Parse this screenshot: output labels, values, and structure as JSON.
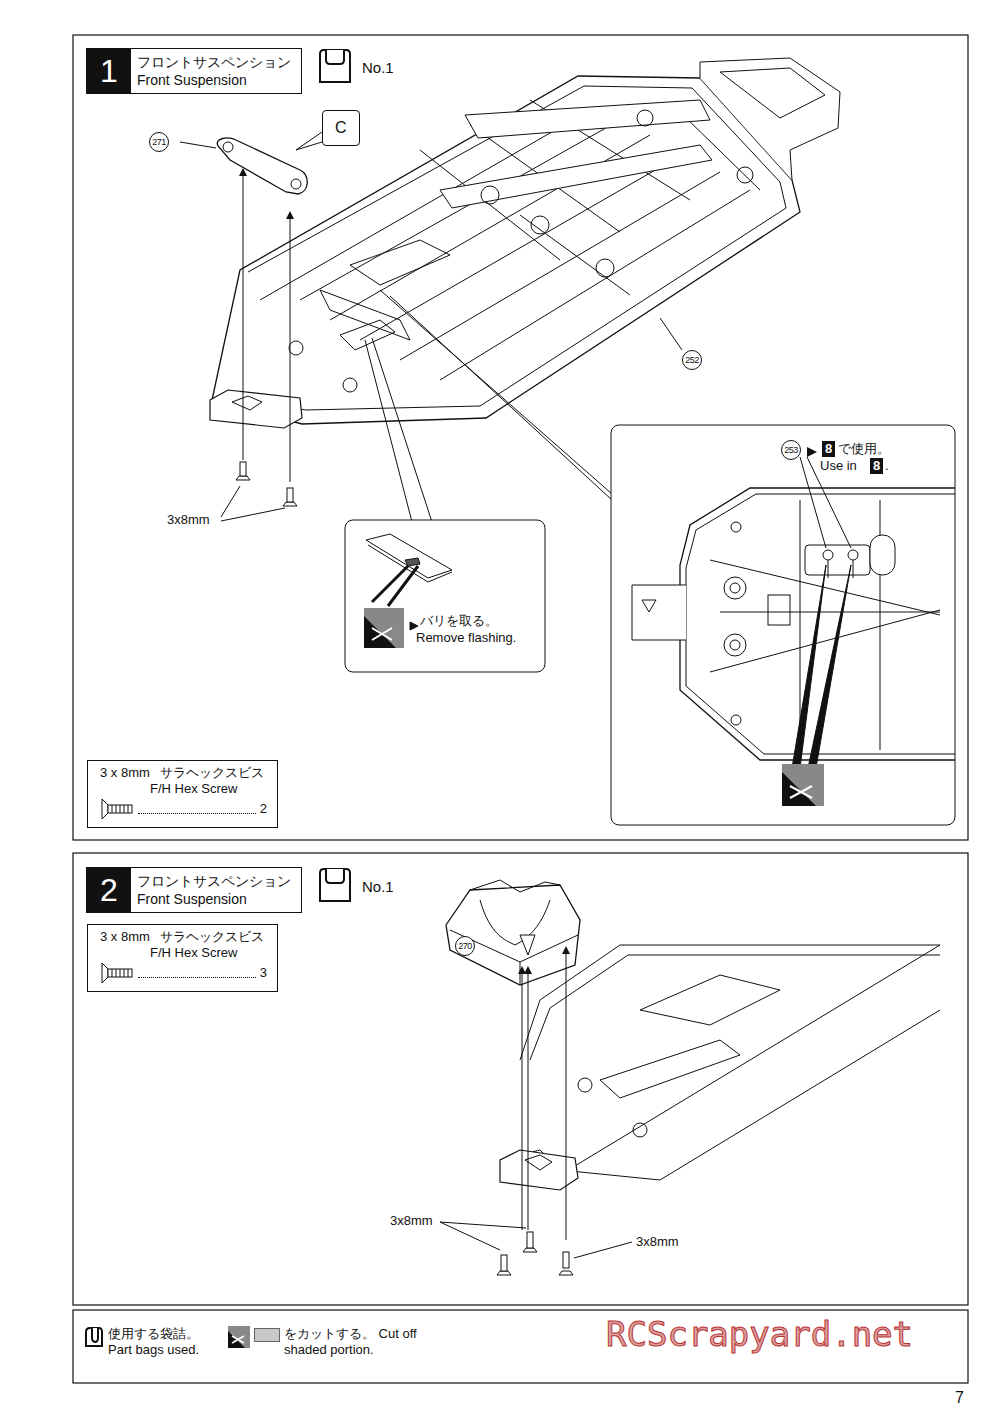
{
  "diagram": {
    "nodes": [
      {
        "text": [
          "1",
          "フロントサスペンション",
          "Front Suspension"
        ]
      },
      {
        "text": [
          "No.1"
        ]
      },
      {
        "text": [
          "C"
        ]
      },
      {
        "text": [
          "3 x 8mm",
          "サラヘックスビス",
          "F/H Hex Screw",
          "2"
        ]
      },
      {
        "text": [
          "バリを取る。",
          "Remove flashing."
        ]
      },
      {
        "text": [
          "2",
          "フロントサスペンション",
          "Front Suspension"
        ]
      },
      {
        "text": [
          "No.1"
        ]
      },
      {
        "text": [
          "3 x 8mm",
          "サラヘックスビス",
          "F/H Hex Screw",
          "3"
        ]
      }
    ],
    "labels": [
      "271",
      "252",
      "3x8mm",
      "253",
      "8",
      "で使用。",
      "Use in",
      "8",
      ".",
      "270",
      "3x8mm",
      "3x8mm",
      "RCScrapyard.net",
      "7"
    ],
    "legend": [
      {
        "text": "使用する袋詰。 Part bags used."
      },
      {
        "text": "をカットする。 Cut off shaded portion.",
        "color": "#c8c8c8"
      }
    ]
  }
}
